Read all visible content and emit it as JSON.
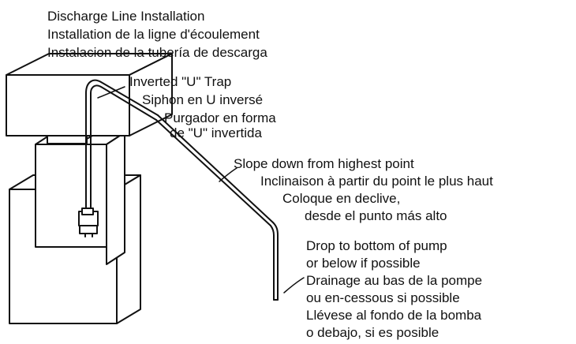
{
  "title": {
    "en": "Discharge Line Installation",
    "fr": "Installation de la ligne d'écoulement",
    "es": "Instalacion de la tubería de descarga"
  },
  "trap_label": {
    "en": "Inverted \"U\" Trap",
    "fr": "Siphon en U inversé",
    "es_1": "Purgador en forma",
    "es_2": "de \"U\" invertida"
  },
  "slope_label": {
    "en": "Slope down from highest point",
    "fr": "Inclinaison à partir du point le plus haut",
    "es_1": "Coloque en declive,",
    "es_2": "desde el punto más alto"
  },
  "drop_label": {
    "en_1": "Drop to bottom of pump",
    "en_2": "or below if possible",
    "fr_1": "Drainage au bas de la pompe",
    "fr_2": "ou en-cessous si possible",
    "es_1": "Llévese al fondo de la bomba",
    "es_2": "o debajo, si es posible"
  }
}
